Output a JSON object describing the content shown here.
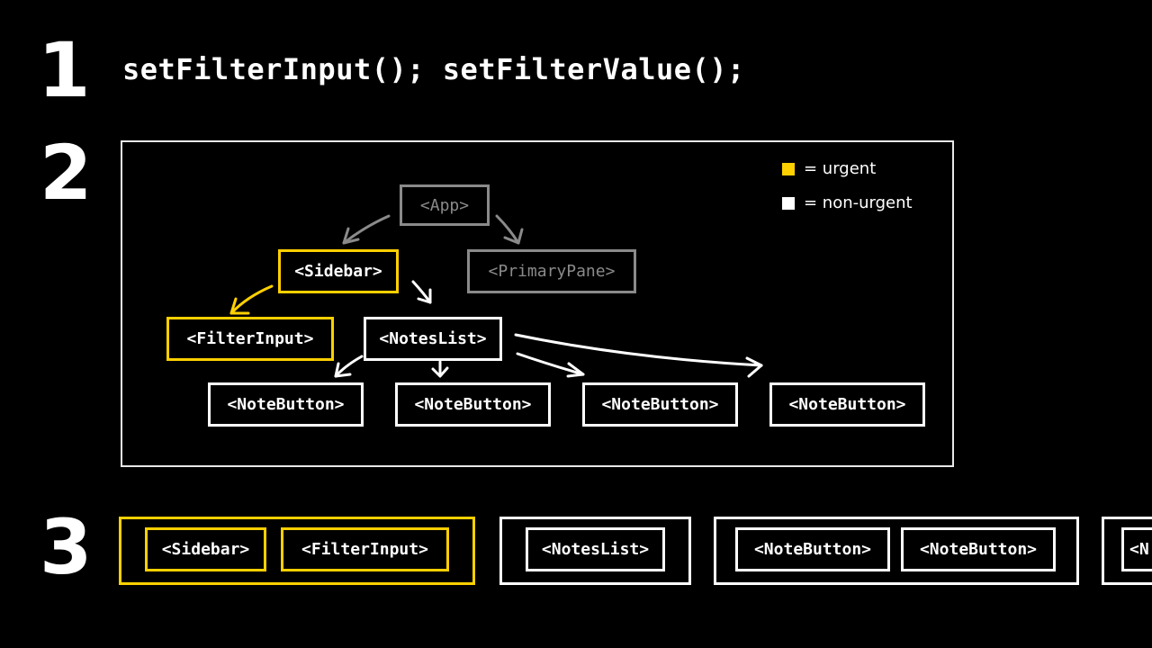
{
  "steps": [
    "1",
    "2",
    "3"
  ],
  "code": "setFilterInput(); setFilterValue();",
  "legend": {
    "urgent": "= urgent",
    "non_urgent": "= non-urgent",
    "urgent_color": "#ffd000",
    "non_urgent_color": "#ffffff"
  },
  "tree": {
    "app": "<App>",
    "sidebar": "<Sidebar>",
    "primary_pane": "<PrimaryPane>",
    "filter_input": "<FilterInput>",
    "notes_list": "<NotesList>",
    "note_buttons": [
      "<NoteButton>",
      "<NoteButton>",
      "<NoteButton>",
      "<NoteButton>"
    ]
  },
  "render_groups": {
    "urgent_group": [
      "<Sidebar>",
      "<FilterInput>"
    ],
    "notes_list_group": [
      "<NotesList>"
    ],
    "note_buttons_group": [
      "<NoteButton>",
      "<NoteButton>"
    ],
    "cut_off_label": "<N"
  },
  "colors": {
    "urgent": "#ffd000",
    "inactive": "#8a8a8a",
    "normal": "#ffffff"
  }
}
